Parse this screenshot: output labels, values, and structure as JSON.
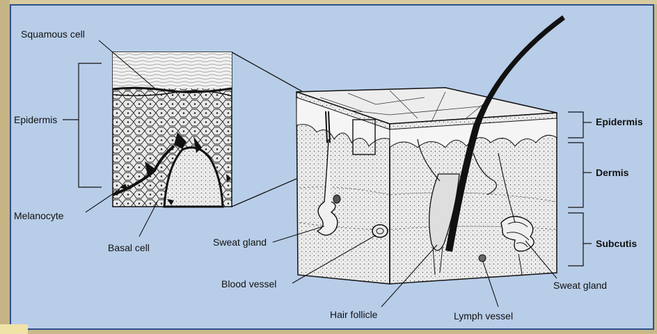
{
  "labels": {
    "squamous_cell": "Squamous cell",
    "epidermis_left": "Epidermis",
    "melanocyte": "Melanocyte",
    "basal_cell": "Basal cell",
    "sweat_gland_left": "Sweat gland",
    "blood_vessel": "Blood vessel",
    "hair_follicle": "Hair follicle",
    "lymph_vessel": "Lymph vessel",
    "sweat_gland_right": "Sweat gland",
    "epidermis_right": "Epidermis",
    "dermis": "Dermis",
    "subcutis": "Subcutis"
  },
  "colors": {
    "panel_background": "#b8cde8",
    "panel_border": "#2d4f8c",
    "outer_frame": "#c9b98c",
    "ink": "#111111",
    "tissue": "#e6e6e6"
  }
}
